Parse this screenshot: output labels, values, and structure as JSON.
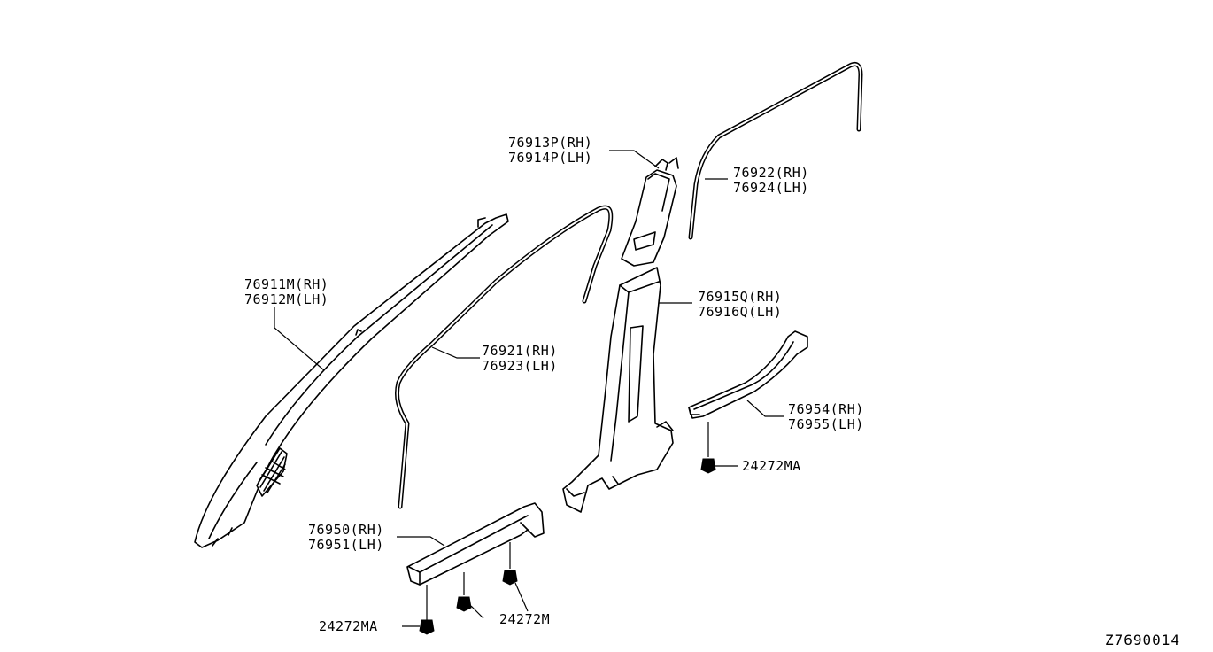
{
  "labels": {
    "a_pillar_rh": "76911M(RH)",
    "a_pillar_lh": "76912M(LH)",
    "front_seal_rh": "76921(RH)",
    "front_seal_lh": "76923(LH)",
    "b_upper_rh": "76913P(RH)",
    "b_upper_lh": "76914P(LH)",
    "rear_seal_rh": "76922(RH)",
    "rear_seal_lh": "76924(LH)",
    "b_lower_rh": "76915Q(RH)",
    "b_lower_lh": "76916Q(LH)",
    "rear_kick_rh": "76954(RH)",
    "rear_kick_lh": "76955(LH)",
    "clip_rear": "24272MA",
    "front_kick_rh": "76950(RH)",
    "front_kick_lh": "76951(LH)",
    "clip_front_a": "24272MA",
    "clip_front_b": "24272M"
  },
  "diagram_code": "Z7690014"
}
